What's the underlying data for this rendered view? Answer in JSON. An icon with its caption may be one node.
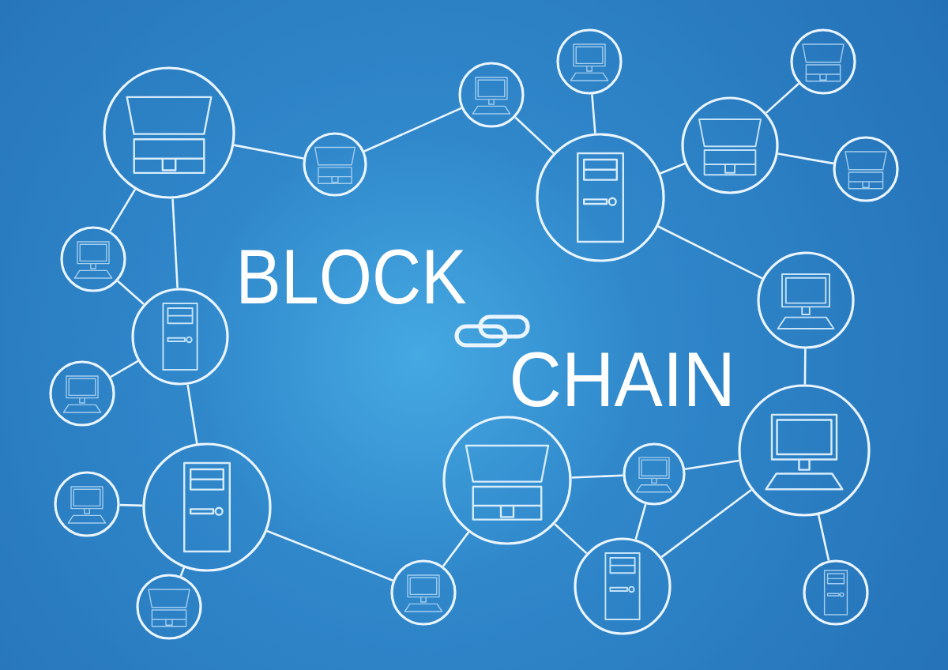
{
  "diagram": {
    "nodes": [
      {
        "text": [],
        "shape": "circle"
      },
      {
        "text": [],
        "shape": "circle"
      },
      {
        "text": [],
        "shape": "circle"
      },
      {
        "text": [],
        "shape": "circle"
      },
      {
        "text": [],
        "shape": "circle"
      },
      {
        "text": [],
        "shape": "circle"
      },
      {
        "text": [],
        "shape": "circle"
      },
      {
        "text": [],
        "shape": "circle"
      },
      {
        "text": [],
        "shape": "circle"
      },
      {
        "text": [],
        "shape": "circle"
      },
      {
        "text": [],
        "shape": "circle"
      },
      {
        "text": [],
        "shape": "circle"
      },
      {
        "text": [],
        "shape": "circle"
      },
      {
        "text": [],
        "shape": "circle"
      },
      {
        "text": [],
        "shape": "circle"
      },
      {
        "text": [],
        "shape": "circle"
      },
      {
        "text": [],
        "shape": "circle"
      },
      {
        "text": [],
        "shape": "circle"
      },
      {
        "text": [],
        "shape": "circle"
      },
      {
        "text": [],
        "shape": "circle"
      },
      {
        "text": [],
        "shape": "circle"
      }
    ],
    "edges": [
      {
        "from": 0,
        "to": 1,
        "arrow": "none"
      },
      {
        "from": 1,
        "to": 2,
        "arrow": "none"
      },
      {
        "from": 0,
        "to": 20,
        "arrow": "none"
      },
      {
        "from": 0,
        "to": 19,
        "arrow": "none"
      },
      {
        "from": 20,
        "to": 19,
        "arrow": "none"
      },
      {
        "from": 2,
        "to": 4,
        "arrow": "none"
      },
      {
        "from": 3,
        "to": 4,
        "arrow": "none"
      },
      {
        "from": 4,
        "to": 5,
        "arrow": "none"
      },
      {
        "from": 5,
        "to": 6,
        "arrow": "none"
      },
      {
        "from": 5,
        "to": 7,
        "arrow": "none"
      },
      {
        "from": 4,
        "to": 8,
        "arrow": "none"
      },
      {
        "from": 8,
        "to": 9,
        "arrow": "none"
      },
      {
        "from": 9,
        "to": 10,
        "arrow": "none"
      },
      {
        "from": 9,
        "to": 12,
        "arrow": "none"
      },
      {
        "from": 9,
        "to": 11,
        "arrow": "none"
      },
      {
        "from": 12,
        "to": 13,
        "arrow": "none"
      },
      {
        "from": 12,
        "to": 11,
        "arrow": "none"
      },
      {
        "from": 13,
        "to": 11,
        "arrow": "none"
      },
      {
        "from": 13,
        "to": 14,
        "arrow": "none"
      },
      {
        "from": 14,
        "to": 15,
        "arrow": "none"
      },
      {
        "from": 19,
        "to": 18,
        "arrow": "none"
      },
      {
        "from": 19,
        "to": 15,
        "arrow": "none"
      },
      {
        "from": 15,
        "to": 17,
        "arrow": "none"
      },
      {
        "from": 15,
        "to": 16,
        "arrow": "none"
      }
    ],
    "labels": [
      "BLOCK",
      "CHAIN"
    ]
  }
}
